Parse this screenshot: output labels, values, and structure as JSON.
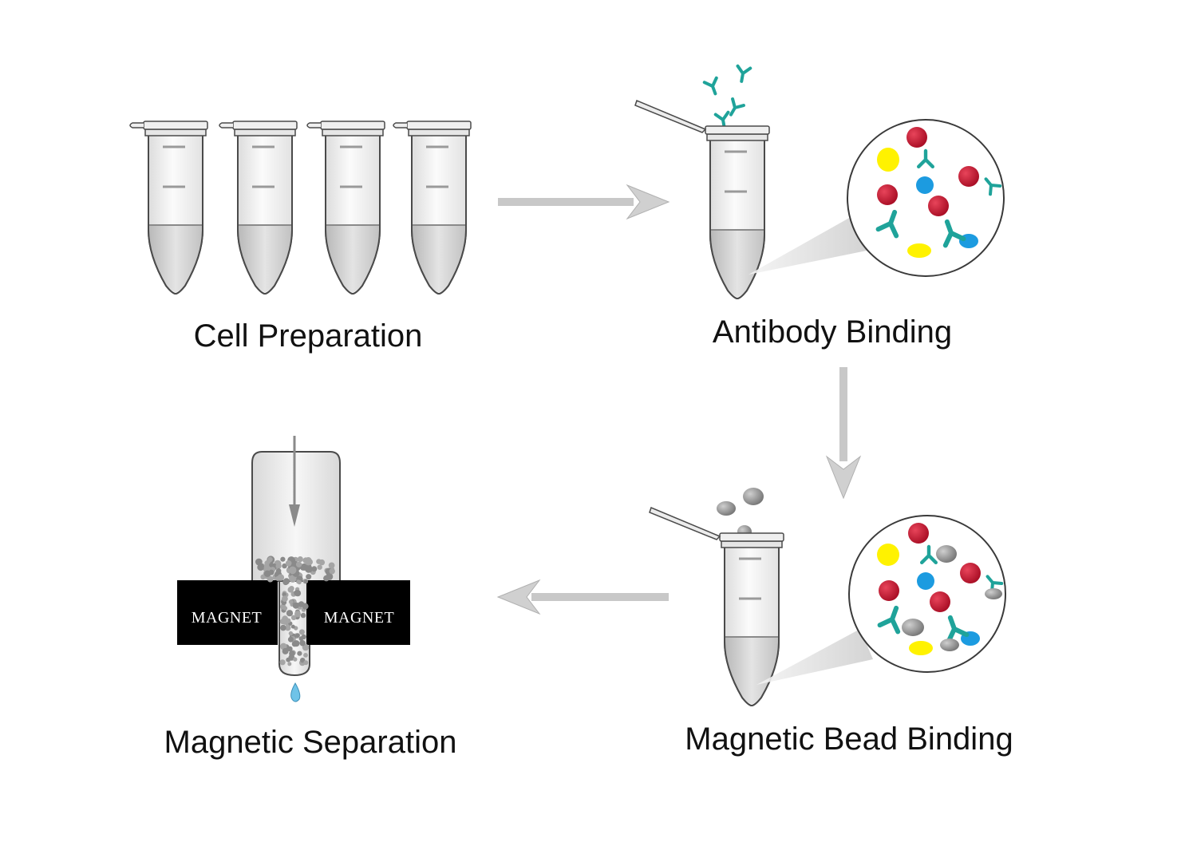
{
  "steps": {
    "cell_preparation": "Cell Preparation",
    "antibody_binding": "Antibody Binding",
    "magnetic_bead_binding": "Magnetic Bead Binding",
    "magnetic_separation": "Magnetic Separation"
  },
  "magnet": {
    "left_label": "MAGNET",
    "right_label": "MAGNET"
  },
  "colors": {
    "cell_target": "#c4122f",
    "cell_yellow": "#fff200",
    "cell_blue": "#1c9be0",
    "antibody": "#1fa39a",
    "bead": "#8c8c8c",
    "arrow": "#c8c8c8",
    "magnet": "#000000",
    "droplet": "#6fc3e8"
  }
}
